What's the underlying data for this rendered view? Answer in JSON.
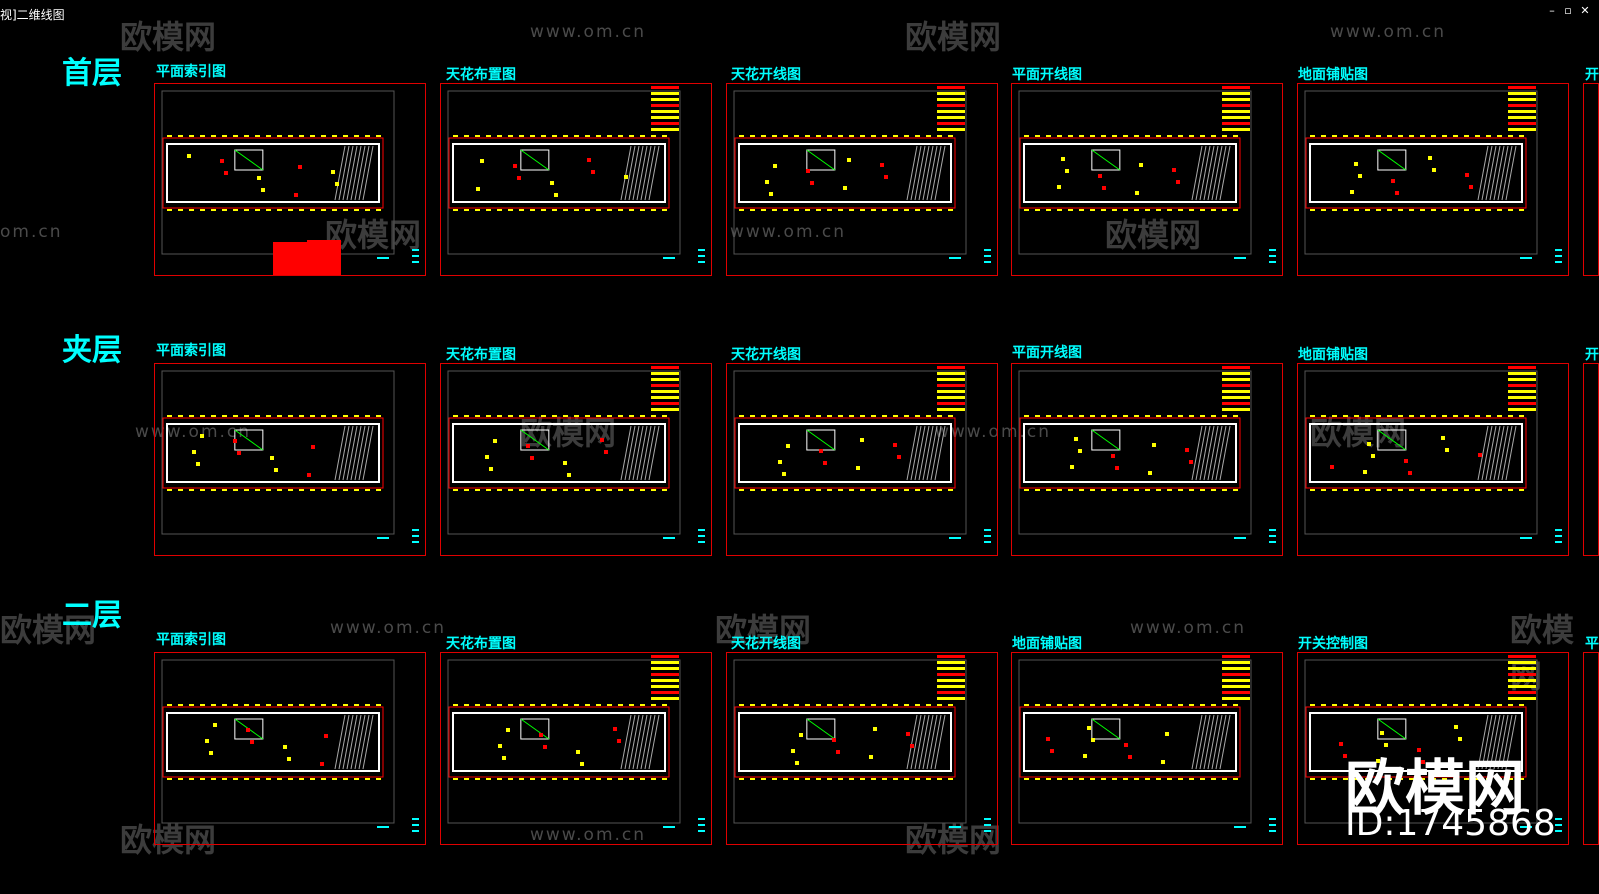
{
  "window": {
    "title": "视]二维线图",
    "minimize": "–",
    "restore": "▫",
    "close": "✕"
  },
  "floors": [
    {
      "label": "首层",
      "sheets": [
        "平面索引图",
        "天花布置图",
        "天花开线图",
        "平面开线图",
        "地面铺贴图",
        "开"
      ]
    },
    {
      "label": "夹层",
      "sheets": [
        "平面索引图",
        "天花布置图",
        "天花开线图",
        "平面开线图",
        "地面铺贴图",
        "开"
      ]
    },
    {
      "label": "二层",
      "sheets": [
        "平面索引图",
        "天花布置图",
        "天花开线图",
        "地面铺贴图",
        "开关控制图",
        "平"
      ]
    }
  ],
  "watermark": {
    "url_text": "www.om.cn",
    "partial_url": "om.cn",
    "logo_text": "欧模网"
  },
  "brand": {
    "name": "欧模网",
    "id": "ID:1745868"
  },
  "colors": {
    "background": "#000000",
    "frame": "#e00000",
    "title": "#00ffff",
    "plan_outline": "#ffffff",
    "dimension": "#ffff00",
    "accent_red": "#ff0000",
    "accent_green": "#00ff00"
  }
}
